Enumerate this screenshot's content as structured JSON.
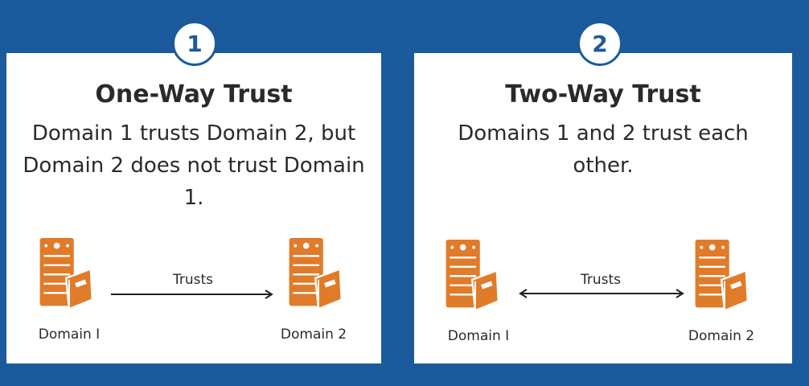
{
  "panels": [
    {
      "number": "1",
      "title": "One-Way Trust",
      "description": "Domain 1 trusts Domain 2, but Domain 2 does not trust Domain 1.",
      "arrow_label": "Trusts",
      "left_domain": "Domain I",
      "right_domain": "Domain 2",
      "direction": "one-way"
    },
    {
      "number": "2",
      "title": "Two-Way Trust",
      "description": "Domains 1 and 2 trust each other.",
      "arrow_label": "Trusts",
      "left_domain": "Domain I",
      "right_domain": "Domain 2",
      "direction": "two-way"
    }
  ],
  "colors": {
    "background": "#1b5a9c",
    "icon": "#e07b2a"
  }
}
